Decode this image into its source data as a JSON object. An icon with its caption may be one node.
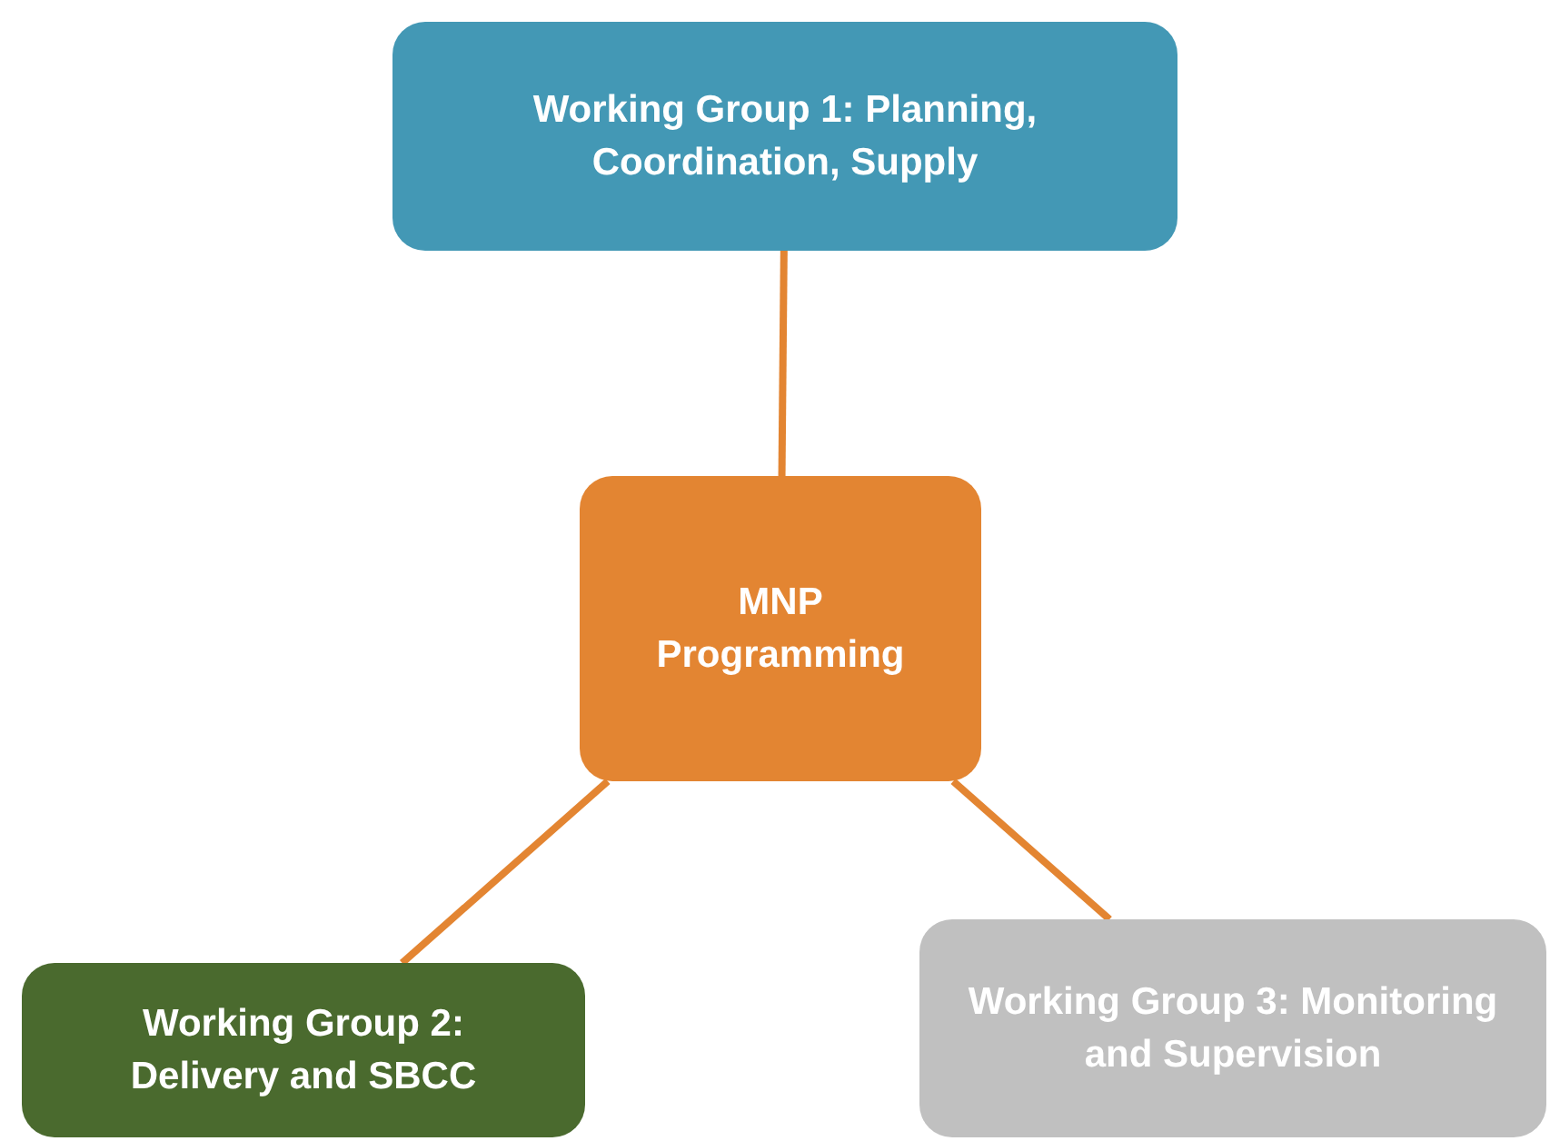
{
  "diagram": {
    "nodes": [
      {
        "text": [
          "Working Group 1: Planning, Coordination, Supply"
        ]
      },
      {
        "text": [
          "MNP Programming"
        ]
      },
      {
        "text": [
          "Working Group 2: Delivery and SBCC"
        ]
      },
      {
        "text": [
          "Working Group 3: Monitoring and Supervision"
        ]
      }
    ],
    "edges": [
      {
        "from": 1,
        "to": 0,
        "arrow": "none"
      },
      {
        "from": 1,
        "to": 2,
        "arrow": "none"
      },
      {
        "from": 1,
        "to": 3,
        "arrow": "none"
      }
    ]
  }
}
